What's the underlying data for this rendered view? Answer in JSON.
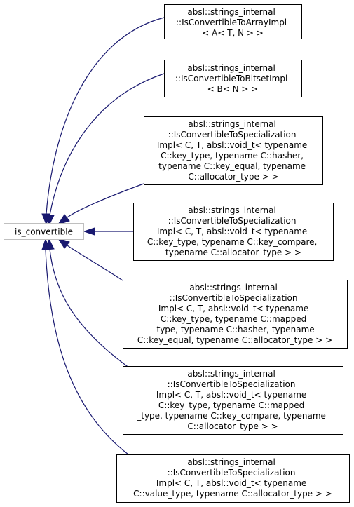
{
  "diagram": {
    "base": {
      "label": "is_convertible"
    },
    "derived": [
      {
        "lines": [
          "absl::strings_internal",
          "::IsConvertibleToArrayImpl",
          "< A< T, N > >"
        ]
      },
      {
        "lines": [
          "absl::strings_internal",
          "::IsConvertibleToBitsetImpl",
          "< B< N > >"
        ]
      },
      {
        "lines": [
          "absl::strings_internal",
          "::IsConvertibleToSpecialization",
          "Impl< C, T, absl::void_t< typename",
          "C::key_type, typename C::hasher,",
          "typename C::key_equal, typename",
          "C::allocator_type > >"
        ]
      },
      {
        "lines": [
          "absl::strings_internal",
          "::IsConvertibleToSpecialization",
          "Impl< C, T, absl::void_t< typename",
          "C::key_type, typename C::key_compare,",
          "typename C::allocator_type > >"
        ]
      },
      {
        "lines": [
          "absl::strings_internal",
          "::IsConvertibleToSpecialization",
          "Impl< C, T, absl::void_t< typename",
          "C::key_type, typename C::mapped",
          "_type, typename C::hasher, typename",
          "C::key_equal, typename C::allocator_type > >"
        ]
      },
      {
        "lines": [
          "absl::strings_internal",
          "::IsConvertibleToSpecialization",
          "Impl< C, T, absl::void_t< typename",
          "C::key_type, typename C::mapped",
          "_type, typename C::key_compare, typename",
          "C::allocator_type > >"
        ]
      },
      {
        "lines": [
          "absl::strings_internal",
          "::IsConvertibleToSpecialization",
          "Impl< C, T, absl::void_t< typename",
          "C::value_type, typename C::allocator_type > >"
        ]
      }
    ],
    "colors": {
      "edge": "#191970",
      "base_border": "#bfbfbf",
      "node_border": "#000000"
    }
  }
}
